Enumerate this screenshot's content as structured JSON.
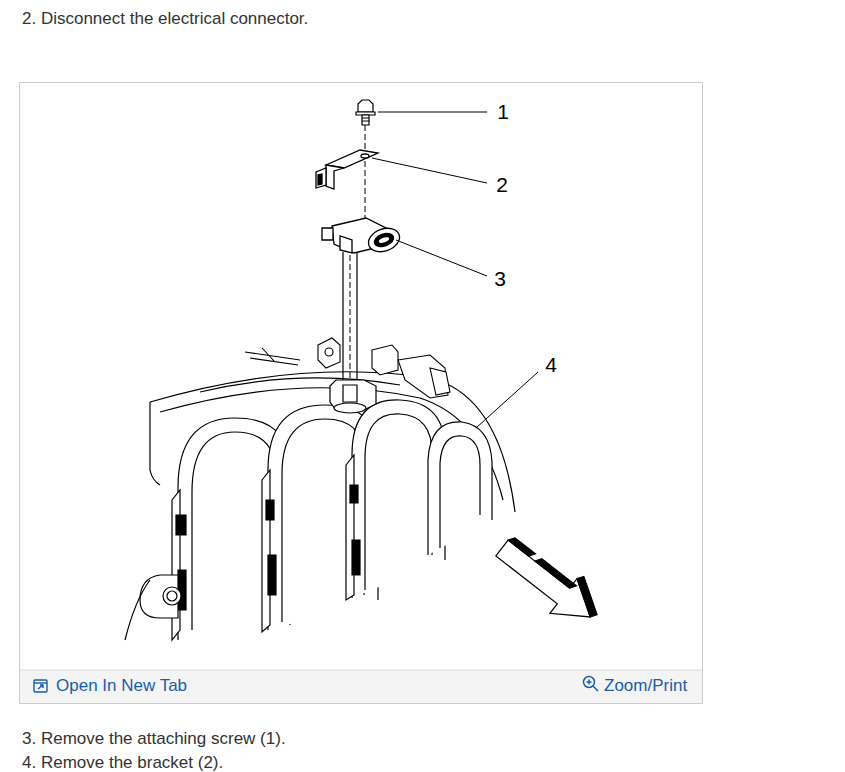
{
  "diagram": {
    "labels": [
      "2. Disconnect the electrical connector.",
      "1",
      "2",
      "3",
      "4",
      "Open In New Tab",
      "Zoom/Print",
      "3. Remove the attaching screw (1).",
      "4. Remove the bracket (2)."
    ]
  }
}
